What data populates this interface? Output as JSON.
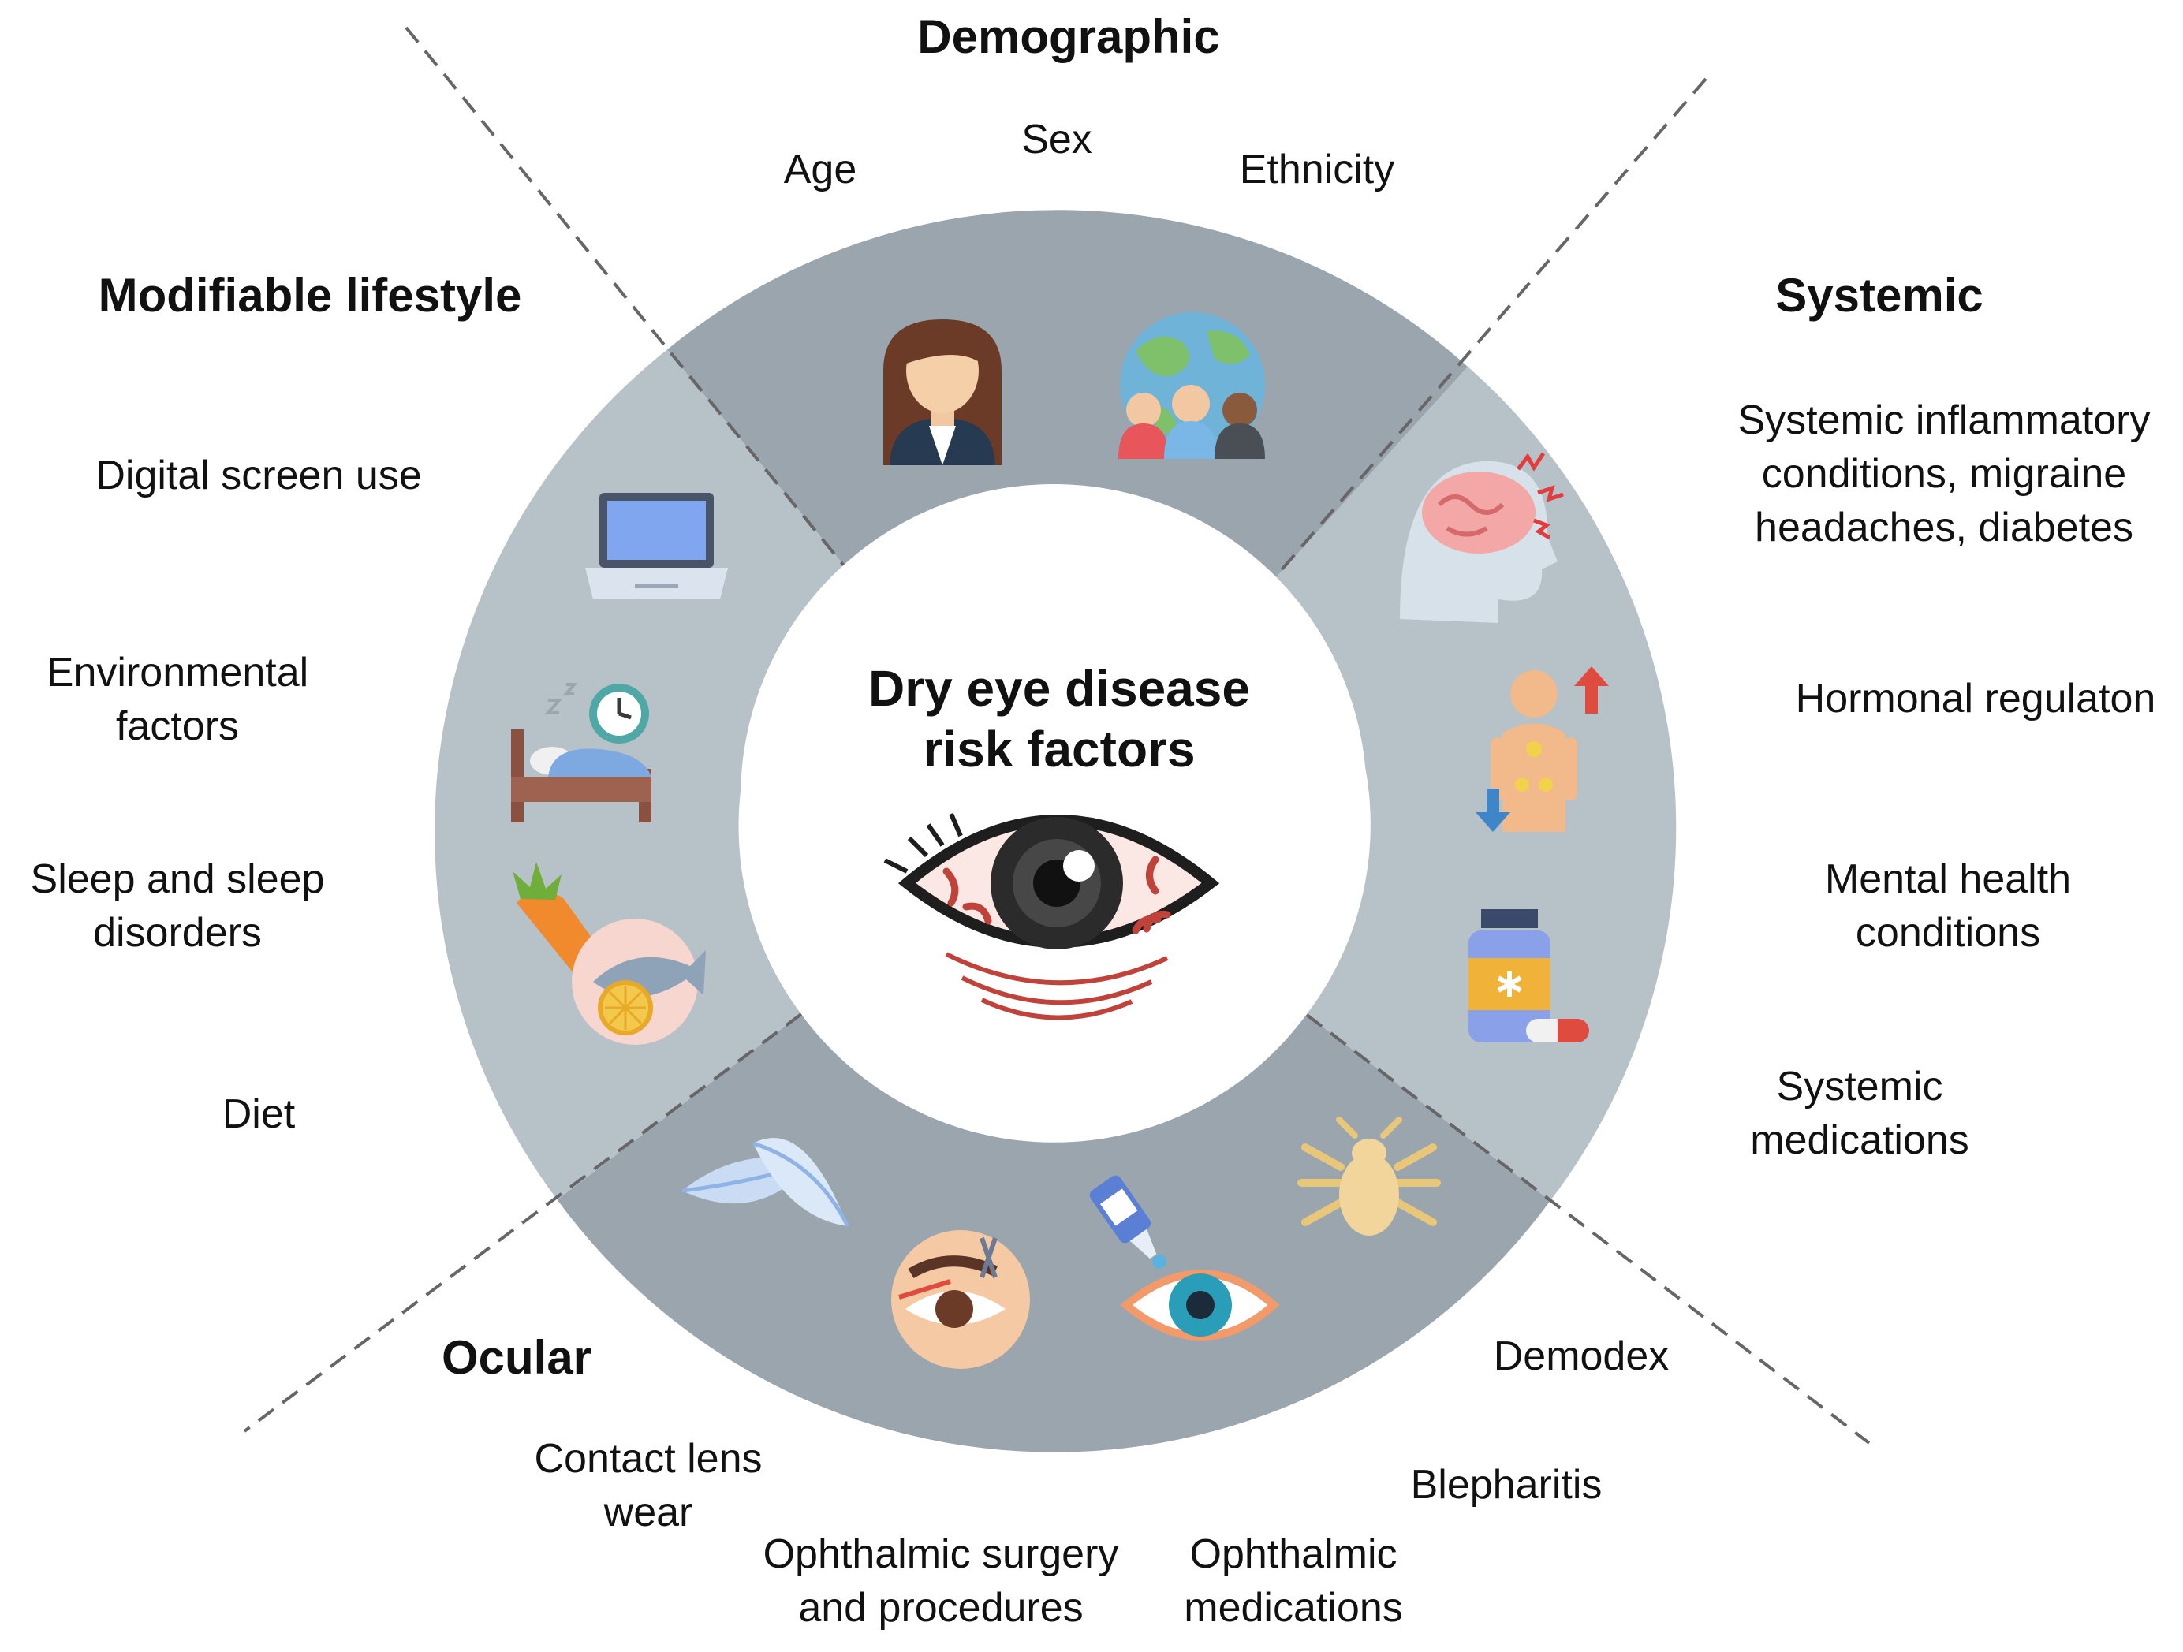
{
  "center": {
    "title_line1": "Dry eye disease",
    "title_line2": "risk factors"
  },
  "categories": {
    "demographic": {
      "heading": "Demographic",
      "items": [
        "Age",
        "Sex",
        "Ethnicity"
      ]
    },
    "systemic": {
      "heading": "Systemic",
      "items": [
        [
          "Systemic inflammatory",
          "conditions, migraine",
          "headaches, diabetes"
        ],
        [
          "Hormonal regulaton"
        ],
        [
          "Mental health",
          "conditions"
        ],
        [
          "Systemic",
          "medications"
        ]
      ]
    },
    "ocular": {
      "heading": "Ocular",
      "items": [
        [
          "Contact lens",
          "wear"
        ],
        [
          "Ophthalmic surgery",
          "and procedures"
        ],
        [
          "Ophthalmic",
          "medications"
        ],
        [
          "Blepharitis"
        ],
        [
          "Demodex"
        ]
      ]
    },
    "lifestyle": {
      "heading": "Modifiable lifestyle",
      "items": [
        [
          "Digital screen use"
        ],
        [
          "Environmental",
          "factors"
        ],
        [
          "Sleep and sleep",
          "disorders"
        ],
        [
          "Diet"
        ]
      ]
    }
  },
  "icons": [
    "woman-avatar-icon",
    "globe-people-icon",
    "brain-headache-icon",
    "hormone-body-icon",
    "pill-bottle-icon",
    "laptop-icon",
    "sleep-bed-clock-icon",
    "carrot-fish-lemon-icon",
    "contact-lens-icon",
    "eyelid-surgery-icon",
    "eye-drops-icon",
    "demodex-mite-icon",
    "red-eye-icon"
  ],
  "colors": {
    "demographic_ocular_ring": "#9aa5ae",
    "systemic_lifestyle_ring": "#b7c1c8",
    "divider": "#666666"
  }
}
